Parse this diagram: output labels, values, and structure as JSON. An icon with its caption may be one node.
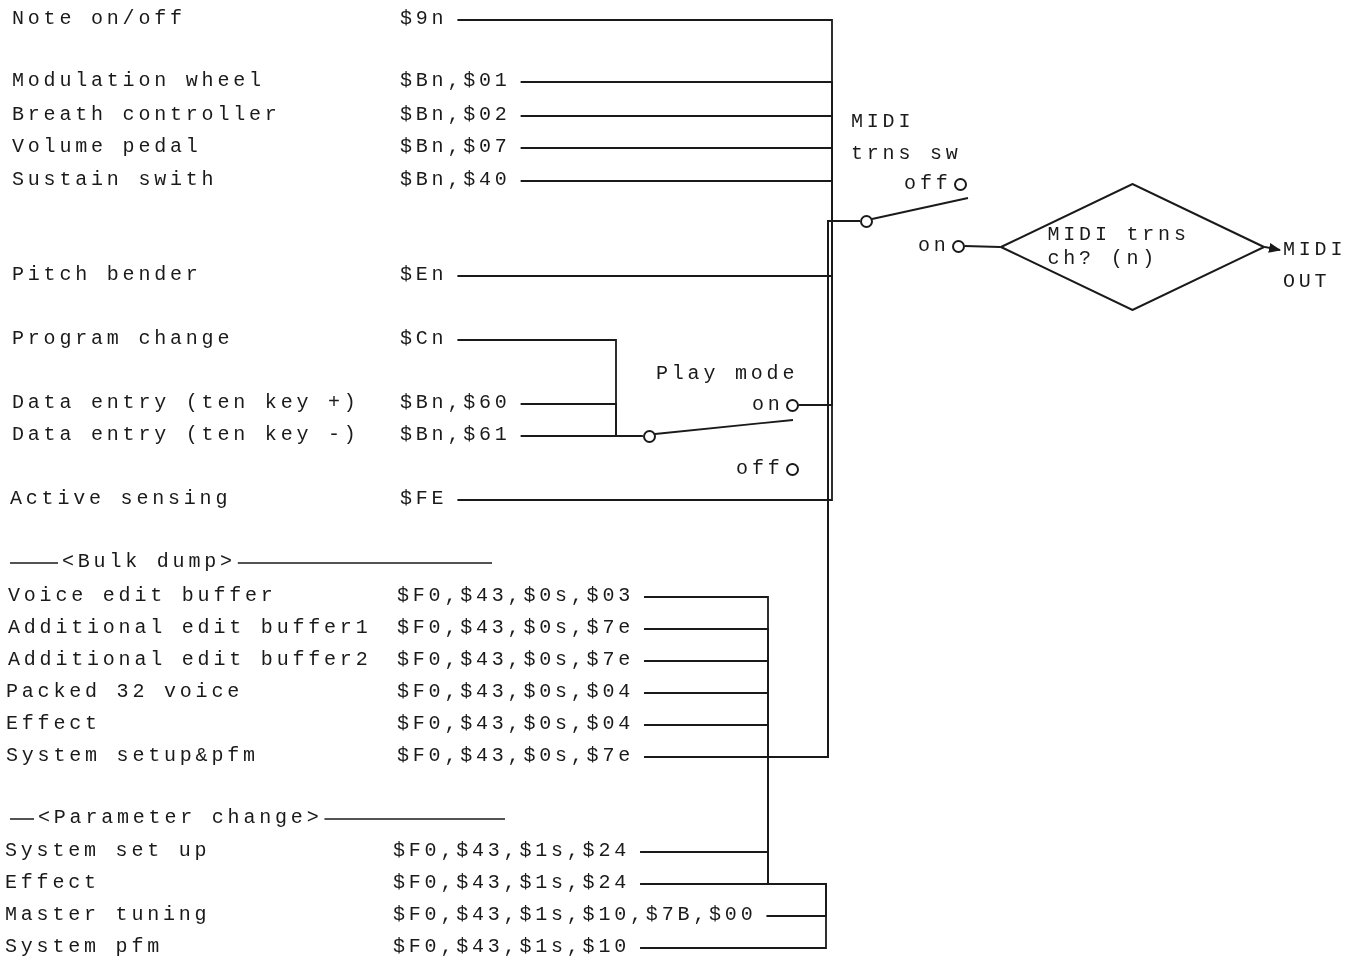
{
  "diagram": {
    "nodes": [
      {
        "text": [
          "Note on/off",
          "$9n"
        ]
      },
      {
        "text": [
          "Modulation wheel",
          "$Bn,$01"
        ]
      },
      {
        "text": [
          "Breath controller",
          "$Bn,$02"
        ]
      },
      {
        "text": [
          "Volume pedal",
          "$Bn,$07"
        ]
      },
      {
        "text": [
          "Sustain swith",
          "$Bn,$40"
        ]
      },
      {
        "text": [],
        "shape": "circle"
      },
      {
        "text": [
          "off"
        ]
      },
      {
        "text": [
          "on"
        ]
      },
      {
        "text": [
          "MIDI trns ch? (n)"
        ]
      },
      {
        "text": [
          "MIDI OUT"
        ]
      },
      {
        "text": [
          "Pitch bender",
          "$En"
        ]
      },
      {
        "text": [
          "Program change",
          "$Cn"
        ]
      },
      {
        "text": [
          "on"
        ]
      },
      {
        "text": [
          "Data entry (ten key +)",
          "$Bn,$60"
        ]
      },
      {
        "text": [
          "Data entry (ten key -)",
          "$Bn,$61"
        ]
      },
      {
        "text": [],
        "shape": "circle"
      },
      {
        "text": [
          "off"
        ]
      },
      {
        "text": [
          "Active sensing",
          "$FE"
        ]
      },
      {
        "text": [
          "Voice edit buffer",
          "$F0,$43,$0s,$03"
        ]
      },
      {
        "text": [
          "Additional edit buffer1",
          "$F0,$43,$0s,$7e"
        ]
      },
      {
        "text": [
          "Additional edit buffer2",
          "$F0,$43,$0s,$7e"
        ]
      },
      {
        "text": [
          "Packed 32 voice",
          "$F0,$43,$0s,$04"
        ]
      },
      {
        "text": [
          "Effect",
          "$F0,$43,$0s,$04"
        ]
      },
      {
        "text": [
          "System setup&pfm",
          "$F0,$43,$0s,$7e"
        ]
      },
      {
        "text": [
          "System set up",
          "$F0,$43,$1s,$24"
        ]
      },
      {
        "text": [
          "Effect",
          "$F0,$43,$1s,$24"
        ]
      },
      {
        "text": [
          "Master tuning",
          "$F0,$43,$1s,$10,$7B,$00"
        ]
      },
      {
        "text": [
          "System pfm",
          "$F0,$43,$1s,$10"
        ]
      }
    ],
    "edges": [
      {
        "from": 0,
        "to": 5,
        "arrow": "none"
      },
      {
        "from": 1,
        "to": 5,
        "arrow": "none"
      },
      {
        "from": 2,
        "to": 5,
        "arrow": "none"
      },
      {
        "from": 3,
        "to": 5,
        "arrow": "none"
      },
      {
        "from": 4,
        "to": 5,
        "arrow": "none"
      },
      {
        "from": 7,
        "to": 8,
        "arrow": "none"
      },
      {
        "from": 8,
        "to": 9,
        "arrow": "to"
      },
      {
        "from": 10,
        "to": 5,
        "arrow": "none"
      },
      {
        "from": 11,
        "to": 15,
        "arrow": "none"
      },
      {
        "from": 12,
        "to": 5,
        "arrow": "none"
      },
      {
        "from": 13,
        "to": 15,
        "arrow": "none"
      },
      {
        "from": 14,
        "to": 15,
        "arrow": "none"
      },
      {
        "from": 17,
        "to": 5,
        "arrow": "none"
      },
      {
        "from": 18,
        "to": 5,
        "arrow": "none"
      },
      {
        "from": 19,
        "to": 5,
        "arrow": "none"
      },
      {
        "from": 20,
        "to": 5,
        "arrow": "none"
      },
      {
        "from": 21,
        "to": 5,
        "arrow": "none"
      },
      {
        "from": 22,
        "to": 5,
        "arrow": "none"
      },
      {
        "from": 23,
        "to": 5,
        "arrow": "none"
      },
      {
        "from": 24,
        "to": 5,
        "arrow": "none"
      },
      {
        "from": 25,
        "to": 5,
        "arrow": "none"
      },
      {
        "from": 26,
        "to": 5,
        "arrow": "none"
      },
      {
        "from": 27,
        "to": 5,
        "arrow": "none"
      }
    ],
    "labels": [
      "MIDI trns sw",
      "Play mode",
      "<Bulk dump>",
      "<Parameter change>"
    ]
  }
}
